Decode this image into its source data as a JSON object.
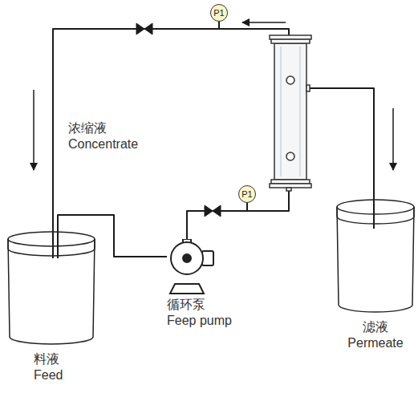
{
  "diagram": {
    "nodes": [
      {
        "text": [
          "料液 Feed"
        ]
      },
      {
        "text": [
          "循环泵 Feep pump"
        ]
      },
      {
        "text": [
          "P1"
        ]
      },
      {
        "text": [
          "P1"
        ]
      },
      {
        "text": [
          "滤液 Permeate"
        ]
      }
    ],
    "edges": [
      {
        "from": 0,
        "to": 1,
        "arrow": "none"
      },
      {
        "from": 1,
        "to": 2,
        "arrow": "none"
      },
      {
        "from": 3,
        "to": 0,
        "arrow": "none"
      }
    ],
    "labels": [
      "浓缩液 Concentrate"
    ]
  }
}
